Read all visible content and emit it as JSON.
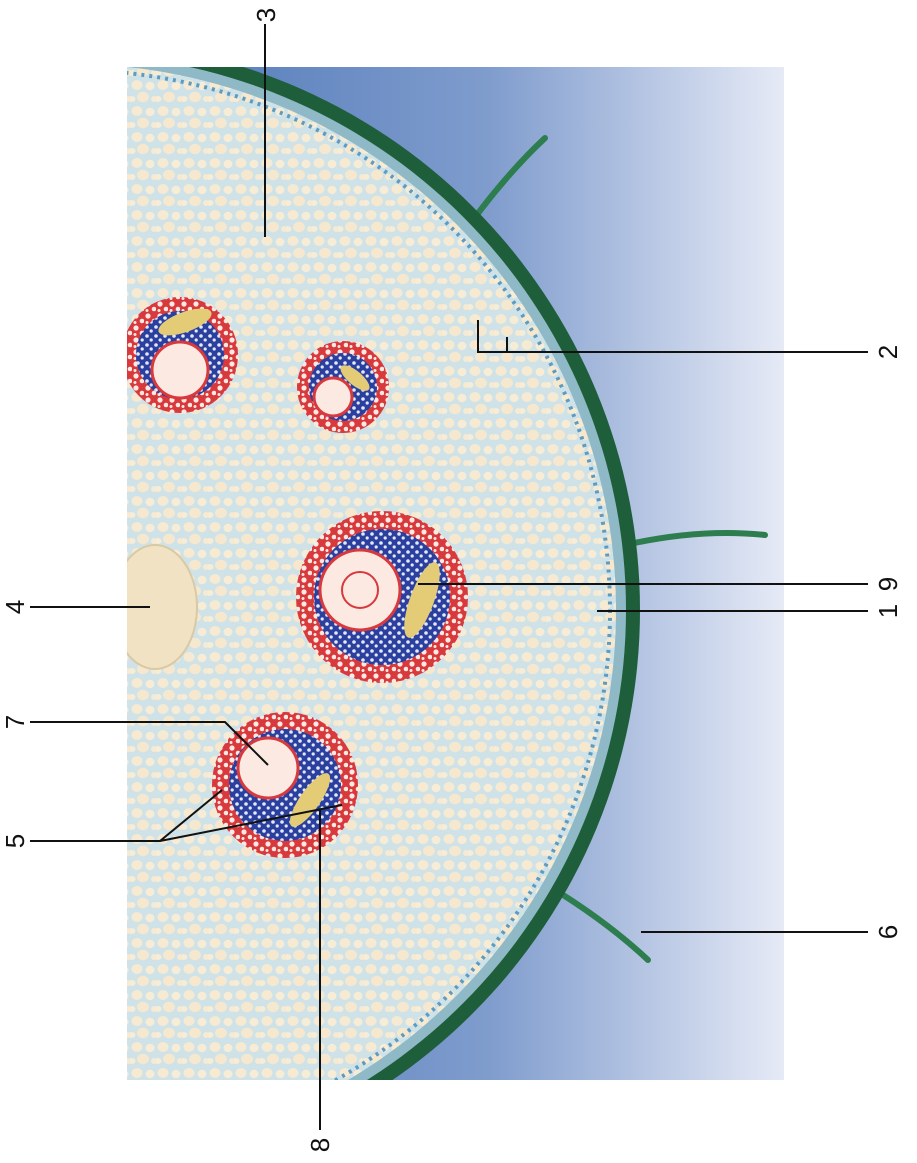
{
  "labels": {
    "l1": "1",
    "l2": "2",
    "l3": "3",
    "l4": "4",
    "l5": "5",
    "l6": "6",
    "l7": "7",
    "l8": "8",
    "l9": "9"
  },
  "colors": {
    "background_dark": "#4f78b8",
    "background_light": "#e6eaf6",
    "ground_tissue": "#f6ead2",
    "cell_wall": "#c9dde6",
    "epidermis": "#1f5e3a",
    "hairs": "#2e7d4f",
    "phloem_red": "#d8393d",
    "xylem_blue": "#2a3f9e",
    "sclerenchyma_yellow": "#e4cc76",
    "cavity": "#f1e2c4"
  },
  "icons": {
    "structure": "monocot-stem-cross-section",
    "leader_lines": "label-leader-lines"
  }
}
